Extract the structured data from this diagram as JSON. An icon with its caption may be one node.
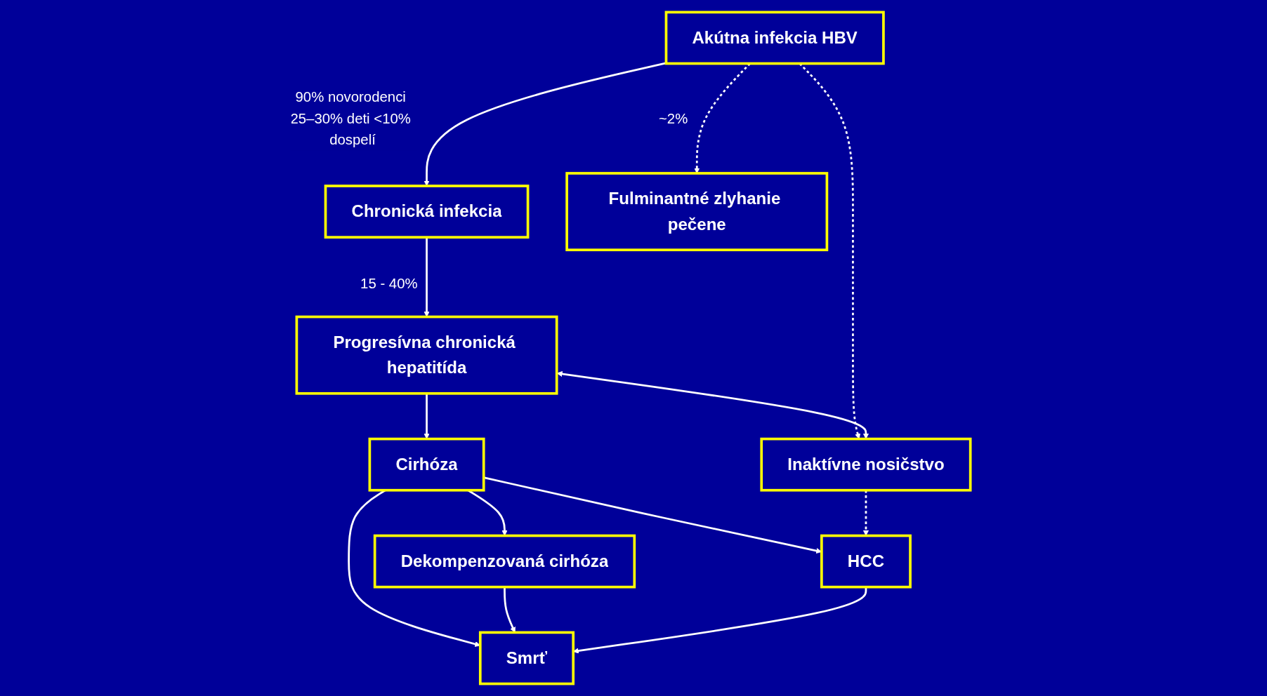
{
  "diagram": {
    "nodes": [
      {
        "text": [
          "Akútna infekcia HBV"
        ]
      },
      {
        "text": [
          "Chronická infekcia"
        ]
      },
      {
        "text": [
          "Fulminantné zlyhanie pečene"
        ]
      },
      {
        "text": [
          "Progresívna chronická hepatitída"
        ]
      },
      {
        "text": [
          "Inaktívne nosičstvo"
        ]
      },
      {
        "text": [
          "Cirhóza"
        ]
      },
      {
        "text": [
          "Dekompenzovaná cirhóza"
        ]
      },
      {
        "text": [
          "Smrť"
        ]
      },
      {
        "text": [
          "HCC"
        ]
      }
    ],
    "edges": [
      {
        "from": 0,
        "to": 2,
        "arrow": "to",
        "label": "~2%",
        "style": "dashed"
      },
      {
        "from": 0,
        "to": 1,
        "arrow": "to",
        "label": "90% novorodenci 25–30% deti <10% dospelí"
      },
      {
        "from": 0,
        "to": 4,
        "arrow": "to",
        "style": "dashed"
      },
      {
        "from": 1,
        "to": 3,
        "arrow": "to",
        "label": "15 - 40%"
      },
      {
        "from": 3,
        "to": 4,
        "arrow": "both"
      },
      {
        "from": 3,
        "to": 5,
        "arrow": "to"
      },
      {
        "from": 5,
        "to": 6,
        "arrow": "to"
      },
      {
        "from": 5,
        "to": 7,
        "arrow": "to"
      },
      {
        "from": 5,
        "to": 8,
        "arrow": "to"
      },
      {
        "from": 6,
        "to": 7,
        "arrow": "to"
      },
      {
        "from": 8,
        "to": 7,
        "arrow": "to"
      },
      {
        "from": 4,
        "to": 8,
        "arrow": "to",
        "style": "dashed"
      }
    ]
  }
}
